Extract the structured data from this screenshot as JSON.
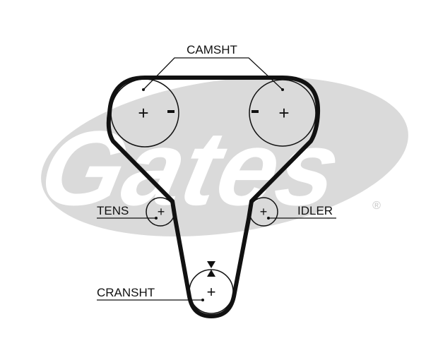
{
  "diagram": {
    "logo": {
      "brand": "Gates",
      "registered": "®"
    },
    "labels": {
      "camshaft": "CAMSHT",
      "tensioner": "TENS",
      "idler": "IDLER",
      "crankshaft": "CRANSHT"
    },
    "pulley_marks": {
      "plus": "+",
      "minus": "-"
    },
    "colors": {
      "belt": "#111111",
      "logo_bg": "#dadada",
      "logo_text": "#ffffff"
    }
  }
}
